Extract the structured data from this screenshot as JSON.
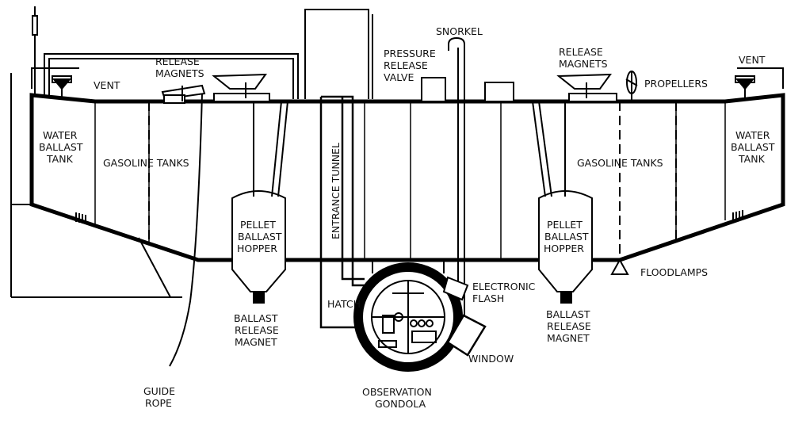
{
  "labels": {
    "release_magnets_left": [
      "RELEASE",
      "MAGNETS"
    ],
    "vent_left": "VENT",
    "water_ballast_left": [
      "WATER",
      "BALLAST",
      "TANK"
    ],
    "gasoline_left": "GASOLINE TANKS",
    "pellet_hopper_left": [
      "PELLET",
      "BALLAST",
      "HOPPER"
    ],
    "ballast_magnet_left": [
      "BALLAST",
      "RELEASE",
      "MAGNET"
    ],
    "guide_rope": [
      "GUIDE",
      "ROPE"
    ],
    "entrance_tunnel": "ENTRANCE TUNNEL",
    "hatch": "HATCH",
    "observation_gondola": [
      "OBSERVATION",
      "GONDOLA"
    ],
    "snorkel": "SNORKEL",
    "pressure_valve": [
      "PRESSURE",
      "RELEASE",
      "VALVE"
    ],
    "electronic_flash": [
      "ELECTRONIC",
      "FLASH"
    ],
    "window": "WINDOW",
    "release_magnets_right": [
      "RELEASE",
      "MAGNETS"
    ],
    "propellers": "PROPELLERS",
    "vent_right": "VENT",
    "water_ballast_right": [
      "WATER",
      "BALLAST",
      "TANK"
    ],
    "gasoline_right": "GASOLINE TANKS",
    "pellet_hopper_right": [
      "PELLET",
      "BALLAST",
      "HOPPER"
    ],
    "ballast_magnet_right": [
      "BALLAST",
      "RELEASE",
      "MAGNET"
    ],
    "floodlamps": "FLOODLAMPS"
  }
}
